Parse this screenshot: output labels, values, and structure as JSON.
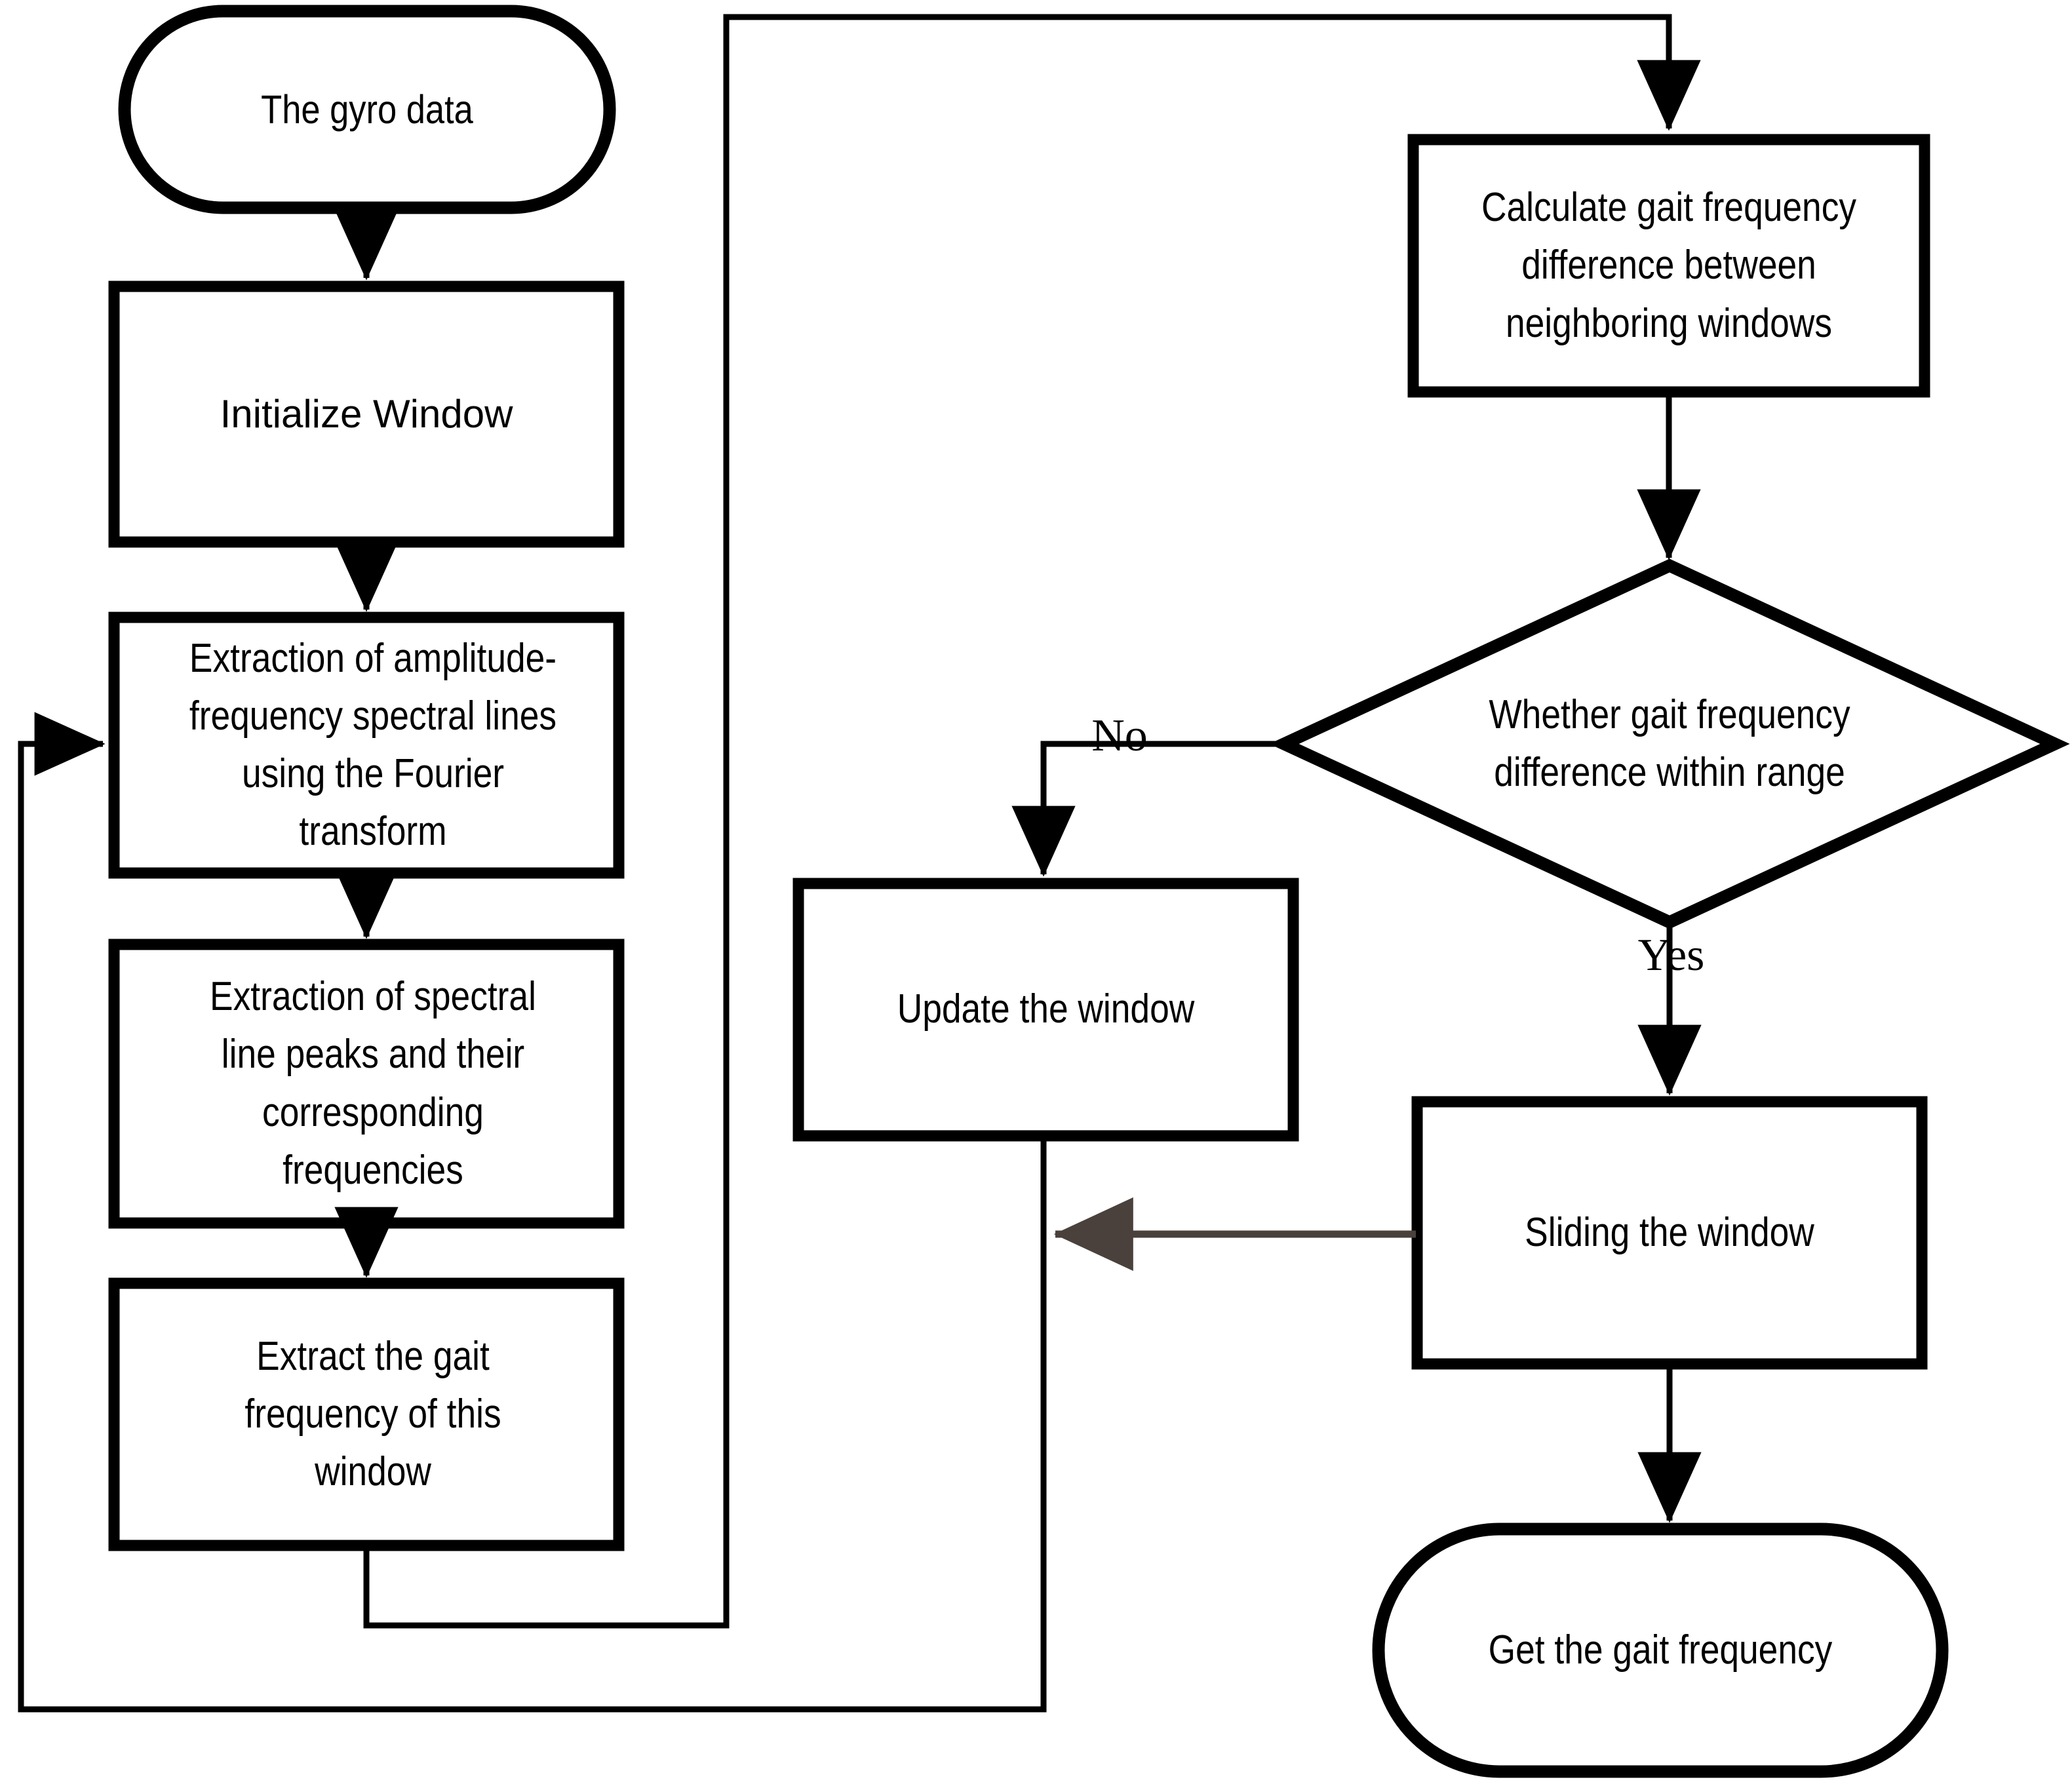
{
  "diagram": {
    "title": "Gait frequency extraction flowchart",
    "type": "flowchart",
    "background_color": "#ffffff",
    "stroke_color": "#000000",
    "accent_arrow_color": "#4a413c"
  },
  "nodes": {
    "start": {
      "shape": "terminator",
      "label": "The gyro data"
    },
    "initialize_window": {
      "shape": "process",
      "label": "Initialize Window"
    },
    "fourier_transform": {
      "shape": "process",
      "label": "Extraction of amplitude-\nfrequency spectral lines\nusing the Fourier\ntransform"
    },
    "spectral_peaks": {
      "shape": "process",
      "label": "Extraction of spectral\nline peaks and their\ncorresponding\nfrequencies"
    },
    "extract_gait_freq": {
      "shape": "process",
      "label": "Extract the gait\nfrequency of this\nwindow"
    },
    "calculate_difference": {
      "shape": "process",
      "label": "Calculate gait frequency\ndifference between\nneighboring windows"
    },
    "decision_within_range": {
      "shape": "decision",
      "label": "Whether gait frequency\ndifference within range"
    },
    "update_window": {
      "shape": "process",
      "label": "Update the window"
    },
    "sliding_window": {
      "shape": "process",
      "label": "Sliding the window"
    },
    "end": {
      "shape": "terminator",
      "label": "Get the gait frequency"
    }
  },
  "edge_labels": {
    "no": "No",
    "yes": "Yes"
  }
}
